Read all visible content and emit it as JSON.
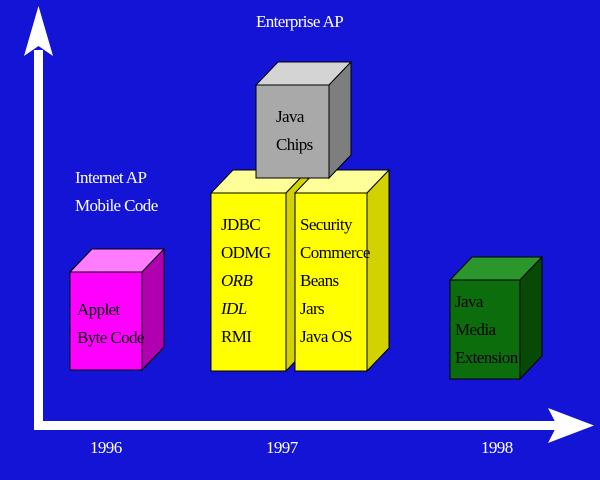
{
  "title": "Enterprise AP",
  "internet_label": {
    "line1": "Internet AP",
    "line2": "Mobile Code"
  },
  "years": [
    "1996",
    "1997",
    "1998"
  ],
  "colors": {
    "background": "#1414d6",
    "axes": "#ffffff",
    "applet_box": "#ff00ff",
    "core_box": "#ffff00",
    "chips_box": "#a9a9a9",
    "media_box": "#0c6d0c"
  },
  "boxes": {
    "applet": {
      "lines": [
        "Applet",
        "Byte Code"
      ]
    },
    "chips": {
      "lines": [
        "Java",
        "Chips"
      ]
    },
    "core_left": {
      "lines": [
        "JDBC",
        "ODMG",
        "ORB",
        "IDL",
        "RMI"
      ]
    },
    "core_right": {
      "lines": [
        "Security",
        "Commerce",
        "Beans",
        "Jars",
        "Java OS"
      ]
    },
    "media": {
      "lines": [
        "Java",
        "Media",
        "Extension"
      ]
    }
  }
}
